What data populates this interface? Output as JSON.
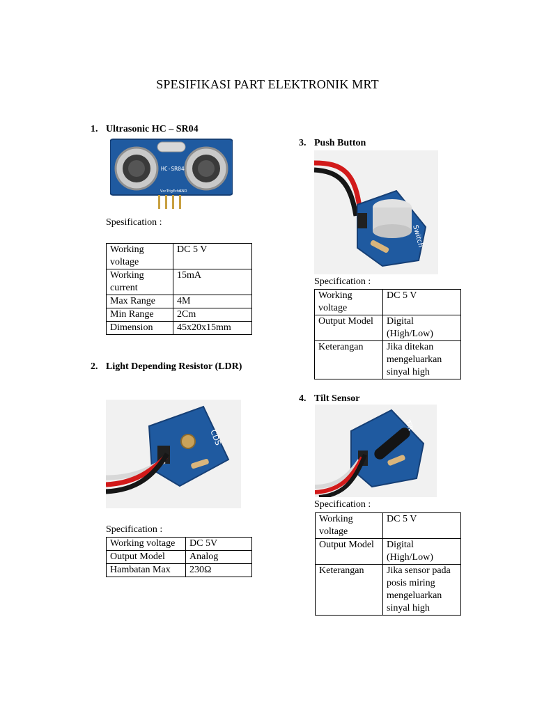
{
  "title": "SPESIFIKASI PART ELEKTRONIK MRT",
  "sections": [
    {
      "number": "1.",
      "heading": "Ultrasonic HC –  SR04",
      "spec_label": "Spesification :",
      "image_text": {
        "board": "HC-SR04",
        "pins": [
          "Vcc",
          "Trig",
          "Echo",
          "GND"
        ]
      },
      "rows": [
        [
          "Working voltage",
          "DC 5 V"
        ],
        [
          "Working current",
          "15mA"
        ],
        [
          "Max Range",
          "4M"
        ],
        [
          "Min Range",
          "2Cm"
        ],
        [
          "Dimension",
          "45x20x15mm"
        ]
      ]
    },
    {
      "number": "2.",
      "heading": "Light Depending Resistor (LDR)",
      "spec_label": "Specification :",
      "image_text": {
        "board": "CDS"
      },
      "rows": [
        [
          "Working voltage",
          "DC 5V"
        ],
        [
          "Output Model",
          "Analog"
        ],
        [
          "Hambatan Max",
          "230Ω"
        ]
      ]
    },
    {
      "number": "3.",
      "heading": "Push Button",
      "spec_label": "Specification :",
      "image_text": {
        "board": "Switch"
      },
      "rows": [
        [
          "Working voltage",
          "DC 5 V"
        ],
        [
          "Output Model",
          "Digital (High/Low)"
        ],
        [
          "Keterangan",
          "Jika ditekan mengeluarkan sinyal high"
        ]
      ]
    },
    {
      "number": "4.",
      "heading": "Tilt Sensor",
      "spec_label": "Specification  :",
      "image_text": {
        "board": "Tilt"
      },
      "rows": [
        [
          "Working voltage",
          "DC 5 V"
        ],
        [
          "Output Model",
          "Digital (High/Low)"
        ],
        [
          "Keterangan",
          "Jika sensor pada posis miring mengeluarkan sinyal high"
        ]
      ]
    }
  ],
  "colors": {
    "pcb": "#1f5aa0",
    "pcb_dark": "#163f75",
    "wire_red": "#d21a1a",
    "wire_black": "#161616"
  }
}
